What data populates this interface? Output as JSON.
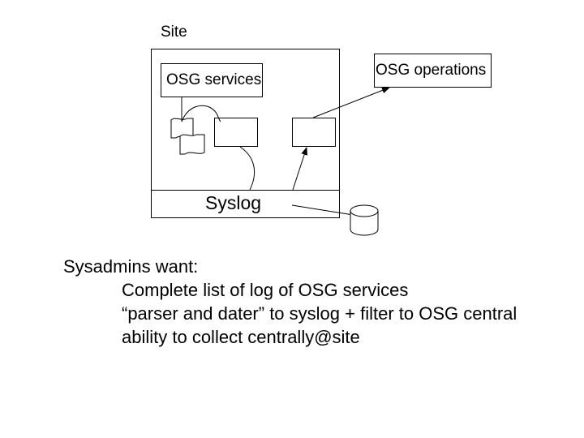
{
  "diagram": {
    "site_label": "Site",
    "services_label": "OSG services",
    "operations_label": "OSG operations",
    "syslog_label": "Syslog"
  },
  "notes": {
    "heading": "Sysadmins want:",
    "items": [
      "Complete list of log of OSG services",
      "“parser and dater” to syslog + filter to OSG central",
      "ability to collect centrally@site"
    ]
  }
}
